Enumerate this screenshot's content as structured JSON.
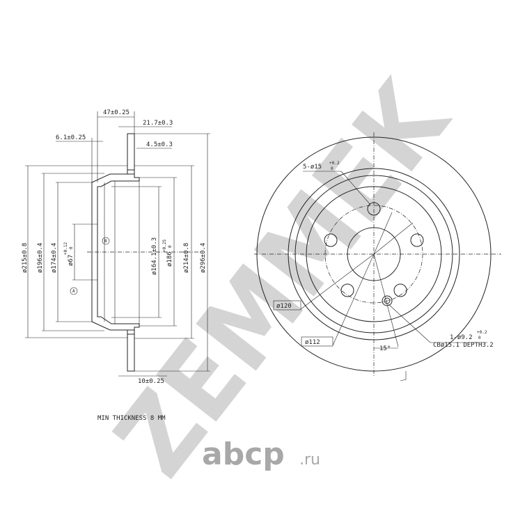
{
  "watermark": {
    "brand": "ZEMMEK",
    "logo": "abcp",
    "logo_suffix": ".ru",
    "color": "#d4d4d4",
    "logo_color": "#a8a8a8"
  },
  "section_view": {
    "top_dims": {
      "d47": "47±0.25",
      "d21_7": "21.7±0.3",
      "d6_1": "6.1±0.25",
      "d4_5": "4.5±0.3"
    },
    "bottom_dim": "10±0.25",
    "diameters": {
      "d215": "ø215±0.8",
      "d196": "ø196±0.4",
      "d174": "ø174±0.4",
      "d67": "ø67",
      "d67_tol_upper": "+0.12",
      "d67_tol_lower": "0",
      "d164": "ø164.1±0.3",
      "d186": "ø186",
      "d186_tol_upper": "+0.25",
      "d186_tol_lower": "0",
      "d214": "ø214±0.8",
      "d296": "ø296±0.4"
    },
    "datum_a": "A",
    "datum_b": "B"
  },
  "note": "MIN THICKNESS 8 MM",
  "front_view": {
    "bolt_holes": "5-ø15",
    "bolt_tol_upper": "+0.2",
    "bolt_tol_lower": "0",
    "pcd_box": "ø120",
    "hub_box": "ø112",
    "angle": "15°",
    "pin_hole": "1-ø9.2",
    "pin_tol_upper": "+0.2",
    "pin_tol_lower": "0",
    "counterbore": "CBø15.1 DEPTH3.2"
  }
}
